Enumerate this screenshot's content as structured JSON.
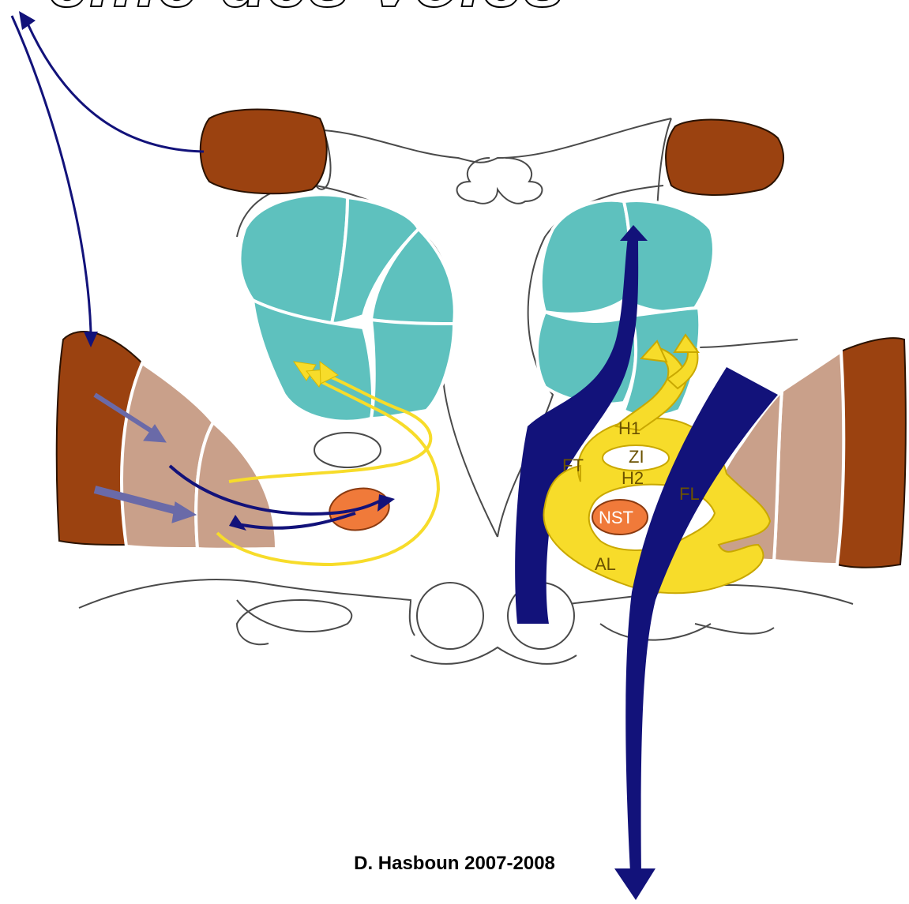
{
  "title": "ême des voies",
  "labels": {
    "h1": "H1",
    "zi": "ZI",
    "ft": "FT",
    "h2": "H2",
    "fl": "FL",
    "nst": "NST",
    "al": "AL"
  },
  "credit": "D. Hasboun 2007-2008",
  "colors": {
    "cortex_brown": "#9b4210",
    "putamen_tan": "#c9a08a",
    "caudate_teal": "#5ec1be",
    "fiber_yellow": "#f7dc2a",
    "fiber_navy": "#12127a",
    "nst_orange": "#f07a3a",
    "arrow_blue": "#6a6aa8"
  }
}
